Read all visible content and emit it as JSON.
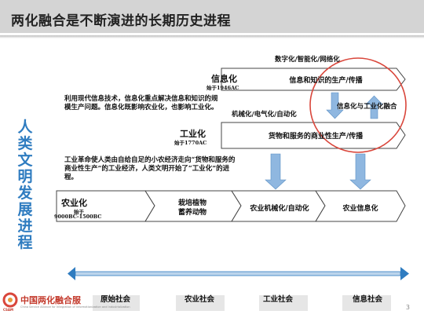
{
  "header": {
    "title": "两化融合是不断演进的长期历史进程"
  },
  "vertical_title": [
    "人",
    "类",
    "文",
    "明",
    "发",
    "展",
    "进",
    "程"
  ],
  "top_tagline": "数字化/智能化/网络化",
  "info_stage": {
    "label": "信息化",
    "since": "始于1946AC",
    "box": "信息和知识的生产/传播",
    "desc": [
      "利用现代信息技术，信息化重点解决信息和知识的规",
      "模生产问题。信息化既影响农业化，也影响工业化。"
    ]
  },
  "middle_tagline": "机械化/电气化/自动化",
  "convergence_label": "信息化与工业化融合",
  "industry_stage": {
    "label": "工业化",
    "since": "始于1770AC",
    "box": "货物和服务的商业性生产/传播",
    "desc": [
      "工业革命使人类由自给自足的小农经济走向“货物和服务的",
      "商业性生产”的工业经济，人类文明开始了“工业化”的进",
      "程。"
    ]
  },
  "agri_stage": {
    "label": "农业化",
    "since": "始于",
    "range": "9000BC-1500BC",
    "segments": [
      [
        "栽培植物",
        "蓄养动物"
      ],
      [
        "农业机械化/自动化"
      ],
      [
        "农业信息化"
      ]
    ]
  },
  "timeline": {
    "eras": [
      "原始社会",
      "农业社会",
      "工业社会",
      "信息社会"
    ]
  },
  "logo": {
    "name": "中国两化融合服",
    "subtitle": "China Service Alliance for Integration of Informationization and Industrialization",
    "abbr": "CSAM"
  },
  "page_number": "3",
  "colors": {
    "accent_blue": "#2f7cc0",
    "arrow_blue": "#8fb7e0",
    "highlight_red": "#d9463b"
  }
}
